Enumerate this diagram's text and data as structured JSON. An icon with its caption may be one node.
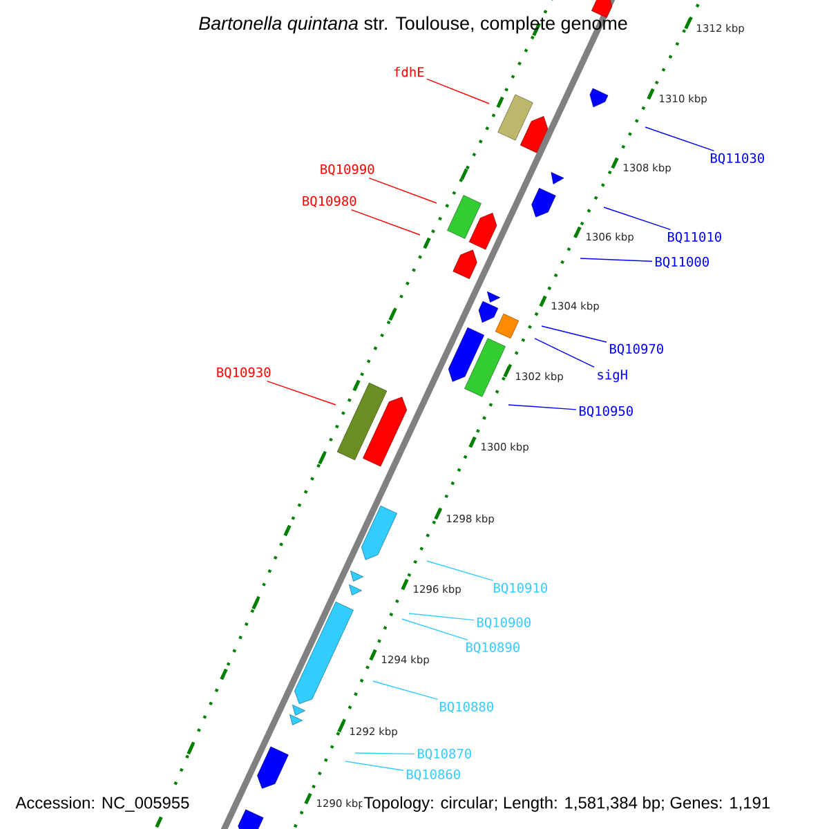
{
  "diagram": {
    "title": "*Bartonella quintana* str. Toulouse, complete genome",
    "nodes": [
      {
        "text": [
          "fdhE"
        ]
      },
      {
        "text": [
          "BQ10990"
        ]
      },
      {
        "text": [
          "BQ10980"
        ]
      },
      {
        "text": [
          "BQ10930"
        ]
      },
      {
        "text": [
          "BQ11030"
        ]
      },
      {
        "text": [
          "BQ11010"
        ]
      },
      {
        "text": [
          "BQ11000"
        ]
      },
      {
        "text": [
          "BQ10970"
        ]
      },
      {
        "text": [
          "sigH"
        ]
      },
      {
        "text": [
          "BQ10950"
        ]
      },
      {
        "text": [
          "BQ10910"
        ]
      },
      {
        "text": [
          "BQ10900"
        ]
      },
      {
        "text": [
          "BQ10890"
        ]
      },
      {
        "text": [
          "BQ10880"
        ]
      },
      {
        "text": [
          "BQ10870"
        ]
      },
      {
        "text": [
          "BQ10860"
        ]
      }
    ],
    "edges": [
      {
        "from": 0,
        "to": null,
        "arrow": "none",
        "color": "#ff0000"
      },
      {
        "from": 1,
        "to": null,
        "arrow": "none",
        "color": "#ff0000"
      },
      {
        "from": 2,
        "to": null,
        "arrow": "none",
        "color": "#ff0000"
      },
      {
        "from": 3,
        "to": null,
        "arrow": "none",
        "color": "#ff0000"
      },
      {
        "from": 4,
        "to": null,
        "arrow": "none",
        "color": "#0000ff"
      },
      {
        "from": 5,
        "to": null,
        "arrow": "none",
        "color": "#0000ff"
      },
      {
        "from": 6,
        "to": null,
        "arrow": "none",
        "color": "#0000ff"
      },
      {
        "from": 7,
        "to": null,
        "arrow": "none",
        "color": "#0000ff"
      },
      {
        "from": 8,
        "to": null,
        "arrow": "none",
        "color": "#0000ff"
      },
      {
        "from": 9,
        "to": null,
        "arrow": "none",
        "color": "#0000ff"
      },
      {
        "from": 10,
        "to": null,
        "arrow": "none",
        "color": "#33ccff"
      },
      {
        "from": 11,
        "to": null,
        "arrow": "none",
        "color": "#33ccff"
      },
      {
        "from": 12,
        "to": null,
        "arrow": "none",
        "color": "#33ccff"
      },
      {
        "from": 13,
        "to": null,
        "arrow": "none",
        "color": "#33ccff"
      },
      {
        "from": 14,
        "to": null,
        "arrow": "none",
        "color": "#33ccff"
      },
      {
        "from": 15,
        "to": null,
        "arrow": "none",
        "color": "#33ccff"
      }
    ],
    "labels": [
      "1312 kbp",
      "1310 kbp",
      "1308 kbp",
      "1306 kbp",
      "1304 kbp",
      "1302 kbp",
      "1300 kbp",
      "1298 kbp",
      "1296 kbp",
      "1294 kbp",
      "1292 kbp",
      "1290 kbp",
      "Accession: NC_005955",
      "Topology: circular; Length: 1,581,384 bp; Genes: 1,191"
    ]
  }
}
